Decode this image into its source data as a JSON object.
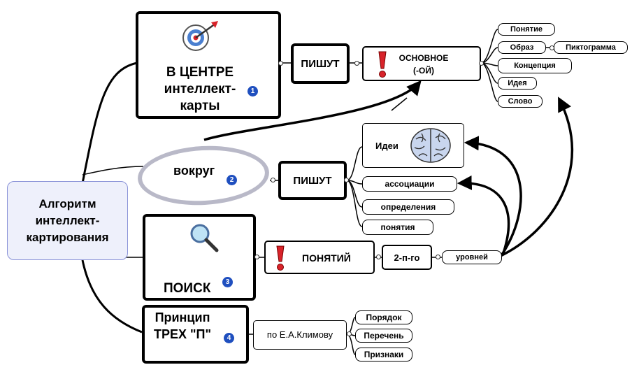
{
  "root": {
    "label": "Алгоритм интеллект-картирования"
  },
  "center": {
    "title": "В ЦЕНТРЕ интеллект-карты",
    "badge": "1",
    "writes": "ПИШУТ",
    "main": "ОСНОВНОЕ (-ОЙ)",
    "items": [
      "Понятие",
      "Образ",
      "Концепция",
      "Идея",
      "Слово"
    ],
    "sub_item": "Пиктограмма",
    "icon": "target-dart-icon"
  },
  "around": {
    "title": "вокруг",
    "badge": "2",
    "writes": "ПИШУТ",
    "ideas": "Идеи",
    "items": [
      "ассоциации",
      "определения",
      "понятия"
    ],
    "icon": "brain-icon"
  },
  "search": {
    "title": "ПОИСК",
    "badge": "3",
    "concepts": "ПОНЯТИЙ",
    "level": "2-п-го",
    "levels": "уровней",
    "icon": "magnifier-icon"
  },
  "principle": {
    "title": "Принцип ТРЕХ \"П\"",
    "badge": "4",
    "by": "по Е.А.Климову",
    "items": [
      "Порядок",
      "Перечень",
      "Признаки"
    ]
  },
  "colors": {
    "badge": "#1f4fbf",
    "exclamation": "#d8232a",
    "root_border": "#8a93d8",
    "root_fill": "#eef0fb",
    "oval": "#b9b9c8"
  }
}
